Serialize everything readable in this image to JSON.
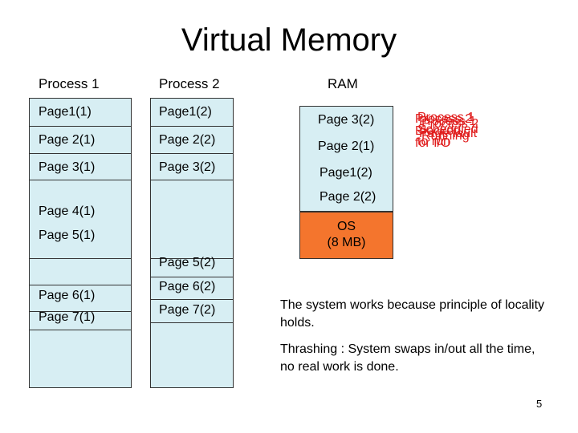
{
  "title": "Virtual Memory",
  "columns": {
    "process1": "Process 1",
    "process2": "Process 2",
    "ram": "RAM"
  },
  "process1_pages": [
    "Page1(1)",
    "Page 2(1)",
    "Page 3(1)",
    "Page 4(1)",
    "Page 5(1)",
    "Page 6(1)",
    "Page 7(1)"
  ],
  "process2_pages": [
    "Page1(2)",
    "Page 2(2)",
    "Page 3(2)",
    "Page 5(2)",
    "Page 6(2)",
    "Page 7(2)"
  ],
  "ram_pages": [
    "Page 3(2)",
    "Page 2(1)",
    "Page1(2)",
    "Page 2(2)"
  ],
  "os": {
    "line1": "OS",
    "line2": "(8 MB)"
  },
  "status_overlay": [
    [
      "Process 1",
      "Scheduled",
      "to run"
    ],
    [
      "Process 2",
      "Blocked",
      "for I/O"
    ],
    [
      "Process 2",
      "Running"
    ],
    [
      "Process 1",
      "Page fault"
    ]
  ],
  "notes": {
    "locality": "The system works because principle of locality holds.",
    "thrashing": "Thrashing : System swaps in/out all the time, no real work is done."
  },
  "slide_number": "5",
  "colors": {
    "ram_bg": "#d7eef3",
    "os_bg": "#f4752d",
    "status_text": "#e01c1c"
  }
}
